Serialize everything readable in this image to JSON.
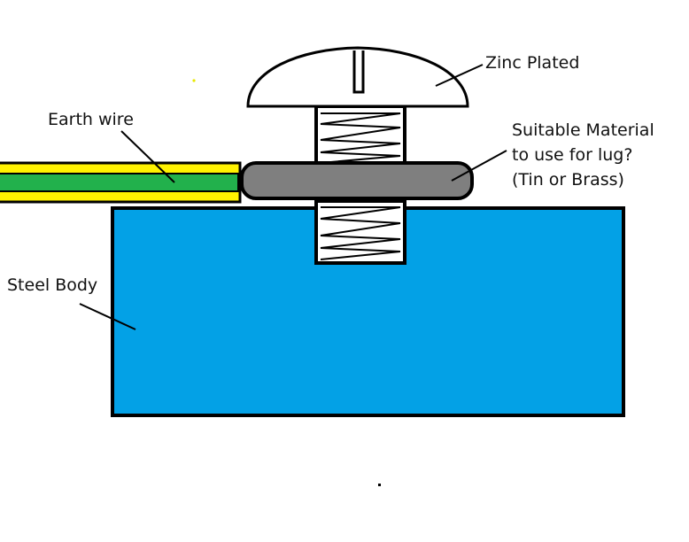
{
  "labels": {
    "zinc_plated": "Zinc Plated",
    "earth_wire": "Earth wire",
    "steel_body": "Steel Body",
    "lug_line1": "Suitable Material",
    "lug_line2": "to use for lug?",
    "lug_line3": "(Tin or Brass)"
  },
  "colors": {
    "steel_body": "#03A1E6",
    "lug": "#7F7F7F",
    "wire_yellow": "#FFF200",
    "wire_green": "#22B14C",
    "outline": "#000000",
    "background": "#FFFFFF",
    "stray_dot": "#E8E800"
  },
  "icons": {
    "screw": "screw-icon",
    "wire": "earth-wire-icon"
  }
}
